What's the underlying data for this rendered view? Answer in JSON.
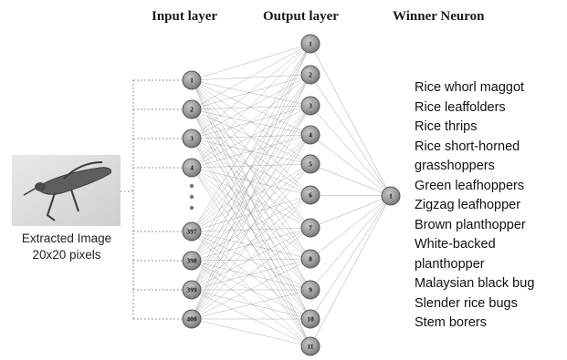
{
  "headers": {
    "input": "Input layer",
    "output": "Output layer",
    "winner": "Winner Neuron"
  },
  "image_caption": {
    "line1": "Extracted Image",
    "line2": "20x20 pixels"
  },
  "input_layer": {
    "top_labels": [
      "1",
      "2",
      "3",
      "4"
    ],
    "ellipsis_dots": 3,
    "bottom_labels": [
      "397",
      "398",
      "399",
      "400"
    ]
  },
  "output_layer": {
    "labels": [
      "1",
      "2",
      "3",
      "4",
      "5",
      "6",
      "7",
      "8",
      "9",
      "10",
      "11"
    ]
  },
  "winner_neuron": {
    "label": "1"
  },
  "classes": [
    "Rice whorl maggot",
    "Rice leaffolders",
    "Rice thrips",
    "Rice short-horned",
    "grasshoppers",
    "Green leafhoppers",
    "Zigzag leafhopper",
    "Brown planthopper",
    "White-backed",
    "planthopper",
    "Malaysian black bug",
    "Slender rice bugs",
    "Stem borers"
  ],
  "colors": {
    "node_fill": "#9a9a9a",
    "node_stroke": "#555555",
    "connection": "#8a8a8a",
    "dotted_line": "#777777"
  }
}
